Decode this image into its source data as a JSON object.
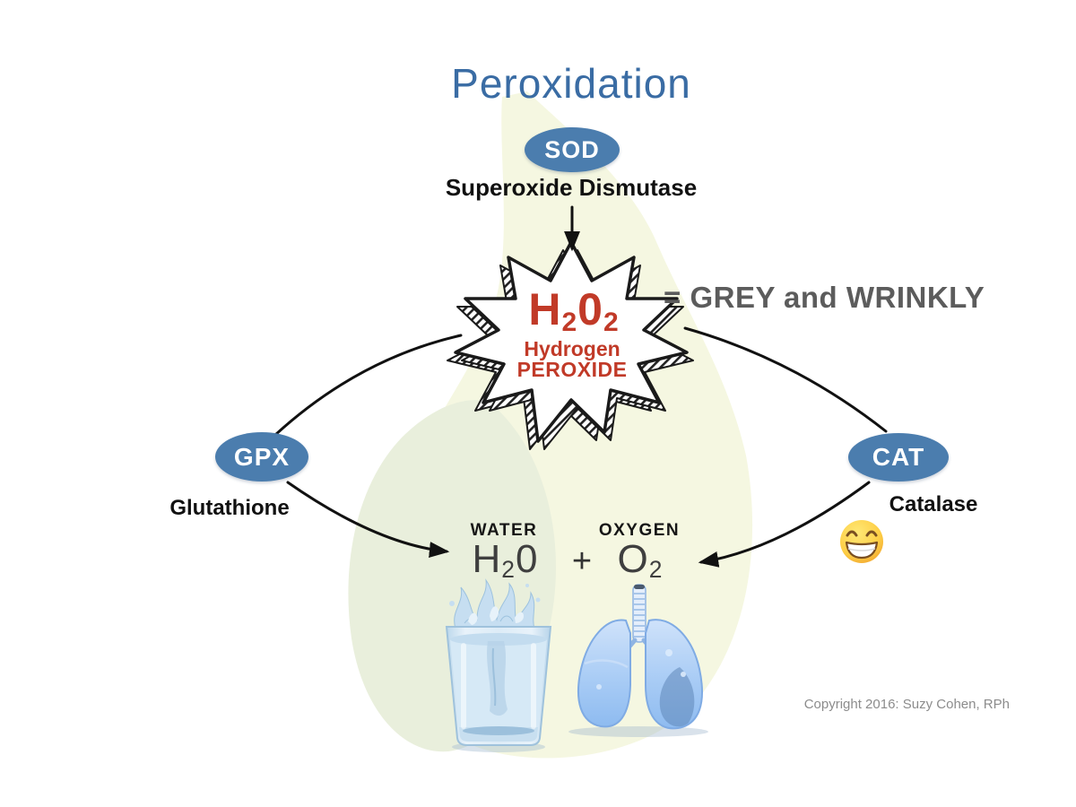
{
  "page": {
    "title": "Peroxidation"
  },
  "colors": {
    "title_blue": "#3a6ca4",
    "enzyme_badge_blue": "#4b7dae",
    "peroxide_red": "#c13a28",
    "note_grey": "#5c5c5c",
    "formula_grey": "#3f3f3f",
    "background_pear_yellow": "#f5f7e1",
    "background_leaf_green": "#e9efdc"
  },
  "enzymes": {
    "sod": {
      "abbr": "SOD",
      "name": "Superoxide Dismutase"
    },
    "gpx": {
      "abbr": "GPX",
      "name": "Glutathione"
    },
    "cat": {
      "abbr": "CAT",
      "name": "Catalase"
    }
  },
  "starburst": {
    "formula": {
      "p1": "H",
      "s1": "2",
      "p2": "0",
      "s2": "2"
    },
    "line1": "Hydrogen",
    "line2": "PEROXIDE"
  },
  "note": {
    "text": "= GREY and WRINKLY"
  },
  "products": {
    "water": {
      "label": "WATER",
      "formula": {
        "p1": "H",
        "s1": "2",
        "p2": "0"
      }
    },
    "plus": "+",
    "oxygen": {
      "label": "OXYGEN",
      "formula": {
        "p1": "O",
        "s1": "2"
      }
    }
  },
  "icons": {
    "emoji": "grinning-face-with-smiling-eyes",
    "water_image": "glass-of-water-with-splash",
    "oxygen_image": "lungs-illustration"
  },
  "footer": {
    "copyright": "Copyright 2016: Suzy Cohen, RPh"
  }
}
